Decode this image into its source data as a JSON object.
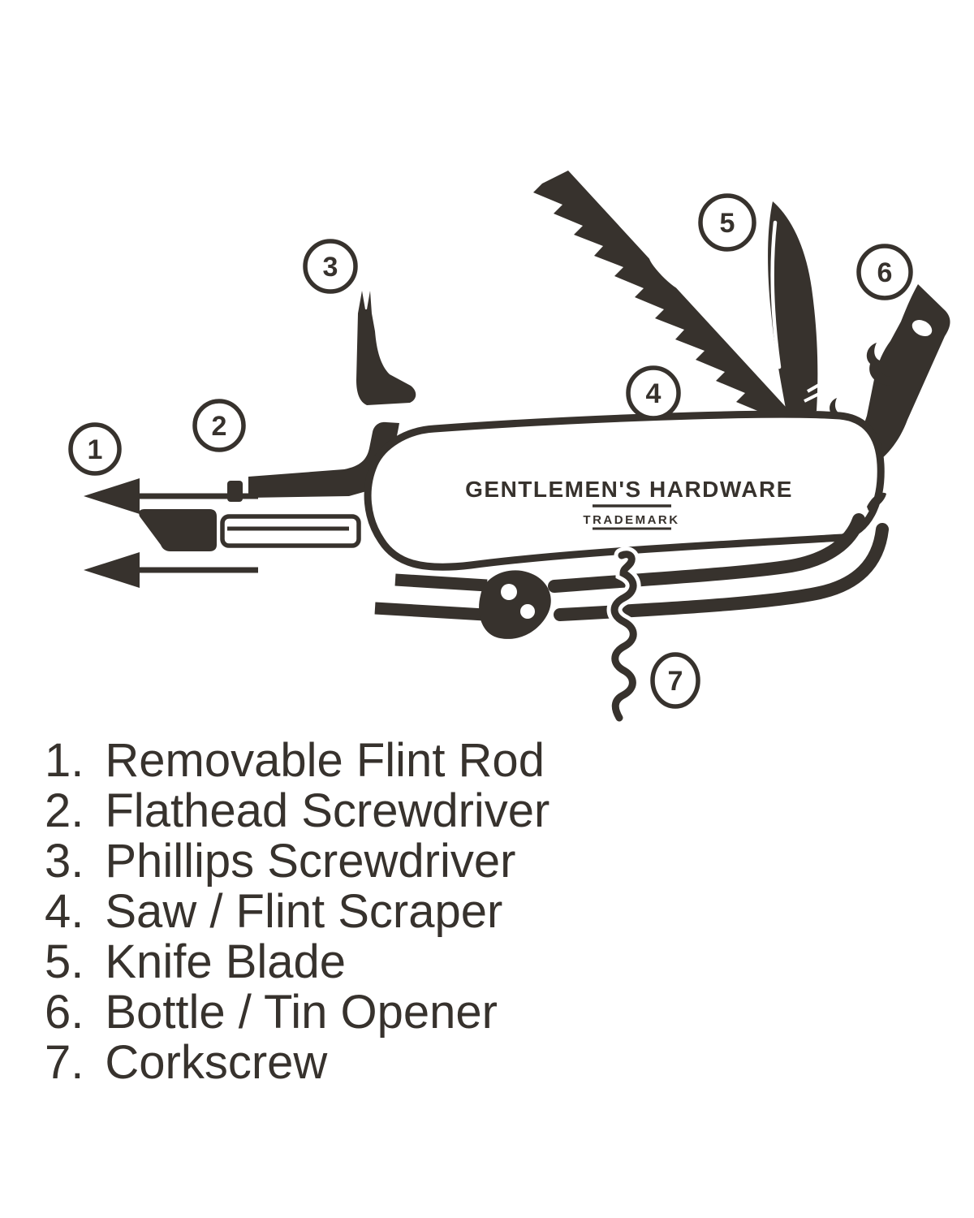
{
  "colors": {
    "ink": "#37322d",
    "background": "#ffffff"
  },
  "brand": {
    "name": "GENTLEMEN'S HARDWARE",
    "mark": "TRADEMARK"
  },
  "callouts": [
    {
      "number": "1",
      "tool": "removable-flint-rod"
    },
    {
      "number": "2",
      "tool": "flathead-screwdriver"
    },
    {
      "number": "3",
      "tool": "phillips-screwdriver"
    },
    {
      "number": "4",
      "tool": "saw-flint-scraper"
    },
    {
      "number": "5",
      "tool": "knife-blade"
    },
    {
      "number": "6",
      "tool": "bottle-tin-opener"
    },
    {
      "number": "7",
      "tool": "corkscrew"
    }
  ],
  "legend": {
    "items": [
      {
        "num": "1.",
        "label": "Removable Flint Rod"
      },
      {
        "num": "2.",
        "label": "Flathead Screwdriver"
      },
      {
        "num": "3.",
        "label": "Phillips Screwdriver"
      },
      {
        "num": "4.",
        "label": "Saw / Flint Scraper"
      },
      {
        "num": "5.",
        "label": "Knife Blade"
      },
      {
        "num": "6.",
        "label": "Bottle / Tin Opener"
      },
      {
        "num": "7.",
        "label": "Corkscrew"
      }
    ]
  }
}
